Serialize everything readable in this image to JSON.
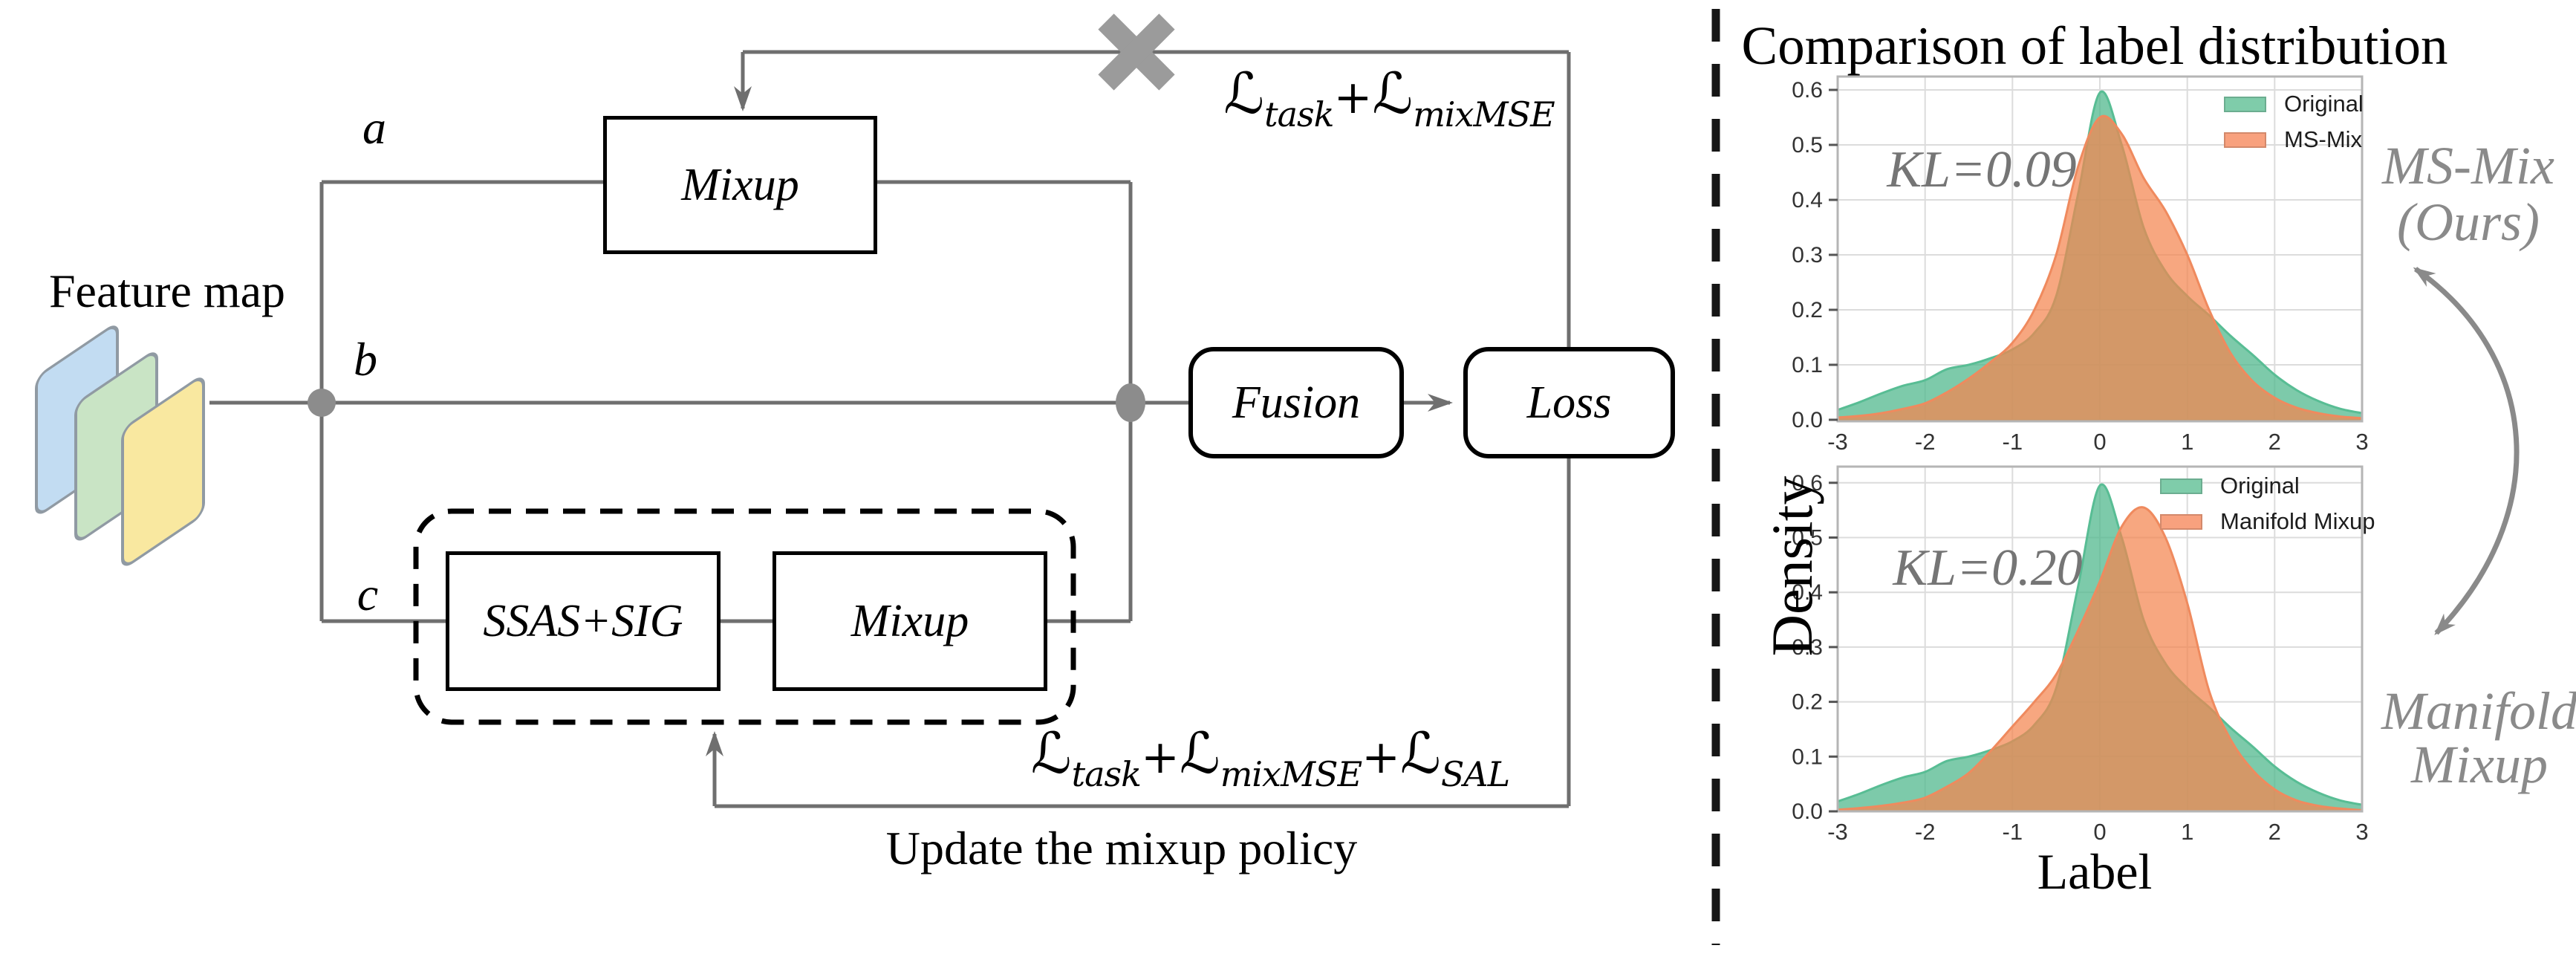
{
  "diagram": {
    "feature_map_label": "Feature map",
    "path_labels": {
      "a": "a",
      "b": "b",
      "c": "c"
    },
    "boxes": {
      "mixup_top": "Mixup",
      "ssas": "SSAS+SIG",
      "mixup_inner": "Mixup",
      "fusion": "Fusion",
      "loss": "Loss"
    },
    "formula_top": [
      {
        "t": "ℒ"
      },
      {
        "s": "task"
      },
      {
        "t": "+"
      },
      {
        "t": "ℒ"
      },
      {
        "s": "mixMSE"
      }
    ],
    "formula_bottom": [
      {
        "t": "ℒ"
      },
      {
        "s": "task"
      },
      {
        "t": "+"
      },
      {
        "t": "ℒ"
      },
      {
        "s": "mixMSE"
      },
      {
        "t": "+"
      },
      {
        "t": "ℒ"
      },
      {
        "s": "SAL"
      }
    ],
    "update_text": "Update the mixup policy",
    "colors": {
      "line": "#6f6f6f",
      "cross": "#9b9b9b",
      "divider": "#161616",
      "card_blue": "#c2dcf2",
      "card_green": "#c9e4c5",
      "card_yellow": "#f9e8a0"
    }
  },
  "panel": {
    "title": "Comparison of label distribution",
    "ylabel": "Density",
    "xlabel": "Label",
    "annotation_right_top": [
      "MS-Mix",
      "(Ours)"
    ],
    "annotation_right_bottom": [
      "Manifold",
      "Mixup"
    ]
  },
  "chart_data": [
    {
      "type": "area",
      "kl_label": "KL=0.09",
      "xlabel": "",
      "ylabel": "",
      "xlim": [
        -3,
        3
      ],
      "ylim": [
        0,
        0.6
      ],
      "x_start": -3,
      "x_step": 0.25,
      "grid": true,
      "legend_position": "upper right",
      "yticks": [
        "0.0",
        "0.1",
        "0.2",
        "0.3",
        "0.4",
        "0.5",
        "0.6"
      ],
      "xticks": [
        "-3",
        "-2",
        "-1",
        "0",
        "1",
        "2",
        "3"
      ],
      "series": [
        {
          "name": "Original",
          "legend_color": "#7fccaa",
          "fill": "#52b88e",
          "stroke": "#58bd94",
          "opacity": 0.75,
          "values": [
            0.018,
            0.032,
            0.048,
            0.062,
            0.072,
            0.092,
            0.1,
            0.112,
            0.128,
            0.158,
            0.225,
            0.41,
            0.595,
            0.5,
            0.35,
            0.27,
            0.225,
            0.19,
            0.152,
            0.118,
            0.082,
            0.054,
            0.034,
            0.02,
            0.012
          ]
        },
        {
          "name": "MS-Mix",
          "legend_color": "#f8a17e",
          "fill": "#f4854f",
          "stroke": "#ef8a5e",
          "opacity": 0.72,
          "values": [
            0.004,
            0.007,
            0.012,
            0.02,
            0.03,
            0.05,
            0.075,
            0.105,
            0.14,
            0.2,
            0.3,
            0.46,
            0.55,
            0.52,
            0.44,
            0.38,
            0.3,
            0.2,
            0.12,
            0.07,
            0.04,
            0.022,
            0.012,
            0.006,
            0.003
          ]
        }
      ]
    },
    {
      "type": "area",
      "kl_label": "KL=0.20",
      "xlabel": "Label",
      "ylabel": "",
      "xlim": [
        -3,
        3
      ],
      "ylim": [
        0,
        0.6
      ],
      "x_start": -3,
      "x_step": 0.25,
      "grid": true,
      "legend_position": "upper right",
      "yticks": [
        "0.0",
        "0.1",
        "0.2",
        "0.3",
        "0.4",
        "0.5",
        "0.6"
      ],
      "xticks": [
        "-3",
        "-2",
        "-1",
        "0",
        "1",
        "2",
        "3"
      ],
      "series": [
        {
          "name": "Original",
          "legend_color": "#7fccaa",
          "fill": "#52b88e",
          "stroke": "#58bd94",
          "opacity": 0.75,
          "values": [
            0.018,
            0.032,
            0.048,
            0.062,
            0.072,
            0.092,
            0.1,
            0.112,
            0.128,
            0.158,
            0.225,
            0.41,
            0.595,
            0.5,
            0.35,
            0.27,
            0.225,
            0.19,
            0.152,
            0.118,
            0.082,
            0.054,
            0.034,
            0.02,
            0.012
          ]
        },
        {
          "name": "Manifold Mixup",
          "legend_color": "#f8a17e",
          "fill": "#f4854f",
          "stroke": "#ef8a5e",
          "opacity": 0.72,
          "values": [
            0.003,
            0.006,
            0.01,
            0.016,
            0.025,
            0.045,
            0.07,
            0.11,
            0.155,
            0.2,
            0.25,
            0.33,
            0.42,
            0.52,
            0.555,
            0.5,
            0.38,
            0.22,
            0.13,
            0.075,
            0.04,
            0.02,
            0.01,
            0.005,
            0.002
          ]
        }
      ]
    }
  ]
}
